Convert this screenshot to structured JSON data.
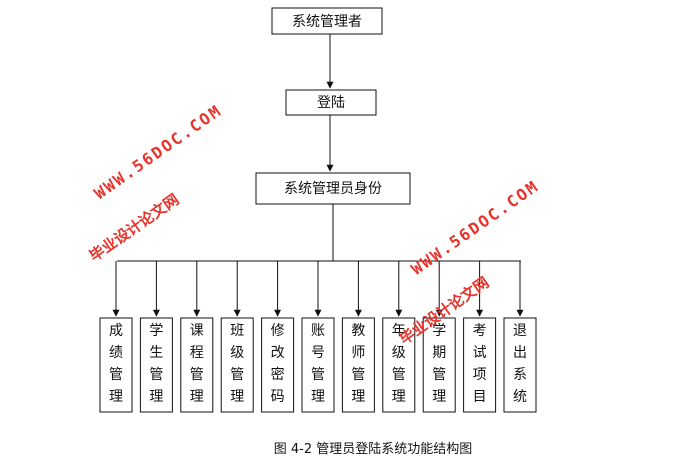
{
  "diagram": {
    "top_node": "系统管理者",
    "login_node": "登陆",
    "identity_node": "系统管理员身份",
    "modules": [
      {
        "label": "成绩管理",
        "name": "module-score-management"
      },
      {
        "label": "学生管理",
        "name": "module-student-management"
      },
      {
        "label": "课程管理",
        "name": "module-course-management"
      },
      {
        "label": "班级管理",
        "name": "module-class-management"
      },
      {
        "label": "修改密码",
        "name": "module-change-password"
      },
      {
        "label": "账号管理",
        "name": "module-account-management"
      },
      {
        "label": "教师管理",
        "name": "module-teacher-management"
      },
      {
        "label": "年级管理",
        "name": "module-grade-management"
      },
      {
        "label": "学期管理",
        "name": "module-semester-management"
      },
      {
        "label": "考试项目",
        "name": "module-exam-items"
      },
      {
        "label": "退出系统",
        "name": "module-exit-system"
      }
    ],
    "caption": "图 4-2 管理员登陆系统功能结构图"
  },
  "watermarks": {
    "chinese": "毕业设计论文网",
    "url": "WWW.56DOC.COM"
  }
}
